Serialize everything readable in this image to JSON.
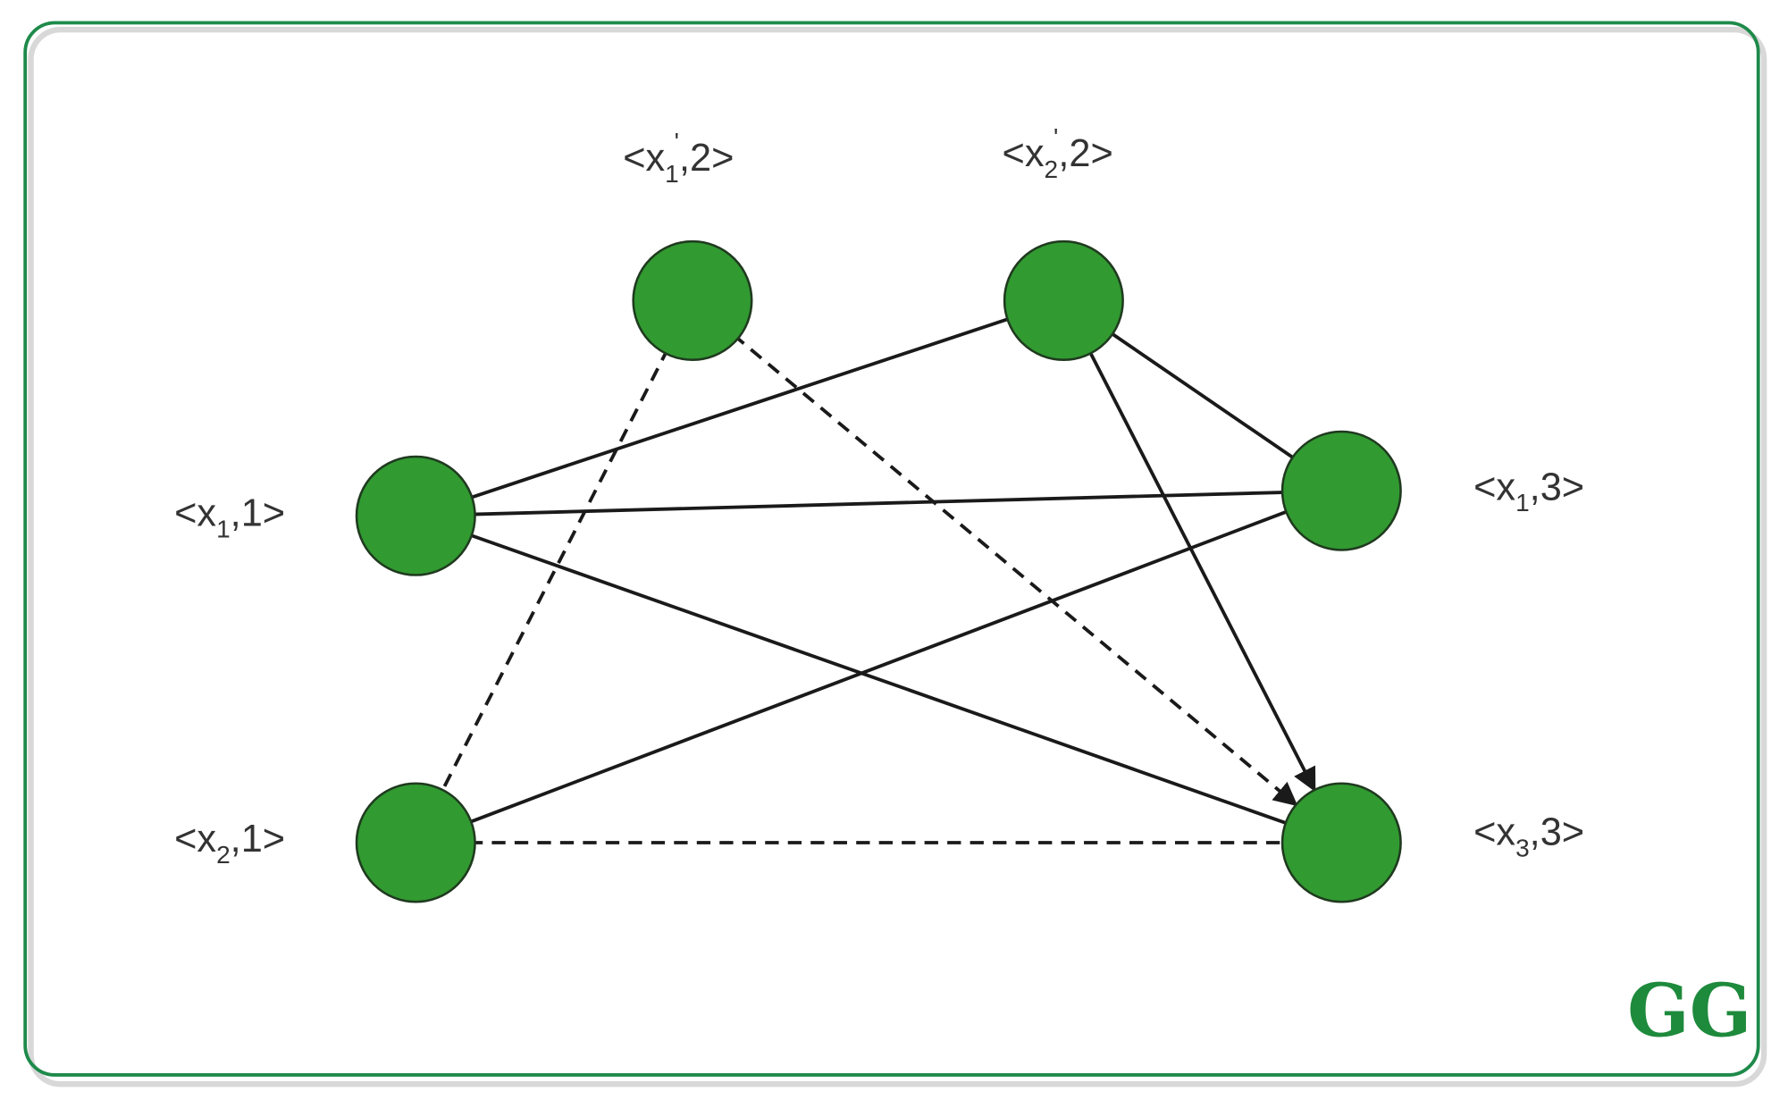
{
  "colors": {
    "node_fill": "#319a31",
    "node_stroke": "#1f3a1f",
    "frame": "#1e8a4a",
    "edge": "#1a1a1a"
  },
  "logo_text": "GG",
  "nodes": [
    {
      "id": "x1p2",
      "main": "<x",
      "sub": "1",
      "prime": "'",
      "rest": ",2>"
    },
    {
      "id": "x2p2",
      "main": "<x",
      "sub": "2",
      "prime": "'",
      "rest": ",2>"
    },
    {
      "id": "x11",
      "main": "<x",
      "sub": "1",
      "prime": "",
      "rest": ",1>"
    },
    {
      "id": "x13",
      "main": "<x",
      "sub": "1",
      "prime": "",
      "rest": ",3>"
    },
    {
      "id": "x21",
      "main": "<x",
      "sub": "2",
      "prime": "",
      "rest": ",1>"
    },
    {
      "id": "x33",
      "main": "<x",
      "sub": "3",
      "prime": "",
      "rest": ",3>"
    }
  ],
  "edges": [
    {
      "from": "x2p2",
      "to": "x11",
      "style": "solid"
    },
    {
      "from": "x2p2",
      "to": "x13",
      "style": "solid"
    },
    {
      "from": "x2p2",
      "to": "x33",
      "style": "solid",
      "arrow": true
    },
    {
      "from": "x11",
      "to": "x13",
      "style": "solid"
    },
    {
      "from": "x11",
      "to": "x33",
      "style": "solid"
    },
    {
      "from": "x21",
      "to": "x13",
      "style": "solid"
    },
    {
      "from": "x1p2",
      "to": "x21",
      "style": "dashed"
    },
    {
      "from": "x1p2",
      "to": "x33",
      "style": "dashed",
      "arrow": true
    },
    {
      "from": "x21",
      "to": "x33",
      "style": "dashed"
    }
  ]
}
